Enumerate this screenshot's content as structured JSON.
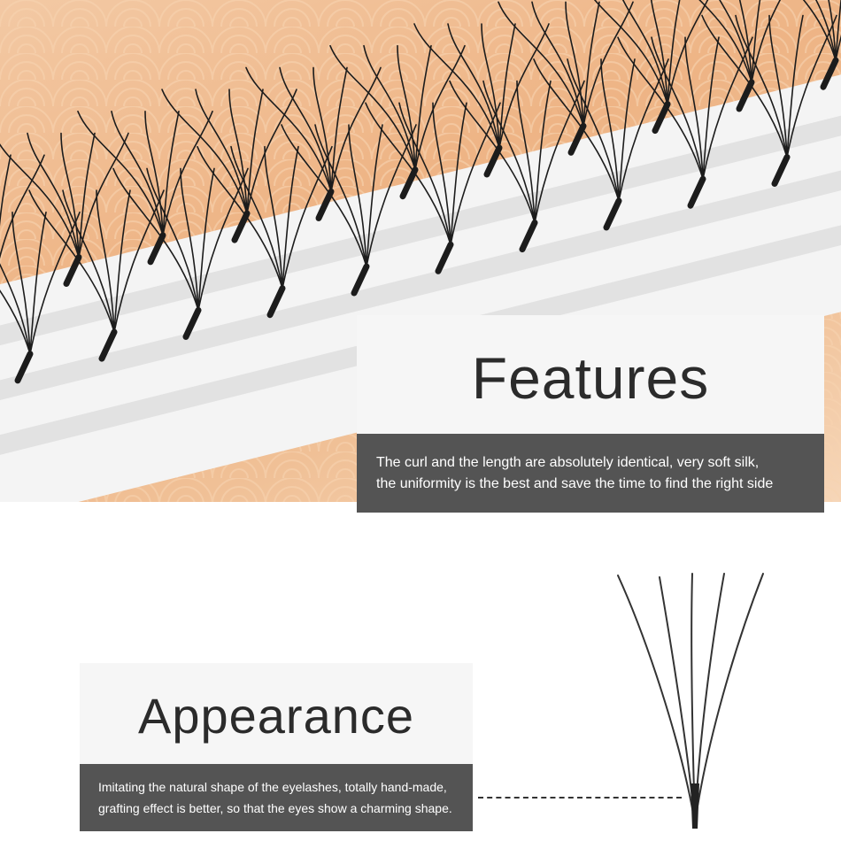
{
  "features": {
    "title": "Features",
    "description_line1": "The curl and the length are absolutely identical, very soft silk,",
    "description_line2": "the uniformity is the best and save the time to find the right side"
  },
  "appearance": {
    "title": "Appearance",
    "description_line1": "Imitating the natural shape of the eyelashes, totally hand-made,",
    "description_line2": "grafting effect is better, so that the eyes show a charming shape."
  },
  "colors": {
    "card_background": "#f6f6f6",
    "description_band": "#545454",
    "title_text": "#2b2b2b",
    "tray_orange": "#eeb485"
  },
  "icons": [
    "eyelash-tray-photo",
    "single-lash-cluster-icon"
  ]
}
